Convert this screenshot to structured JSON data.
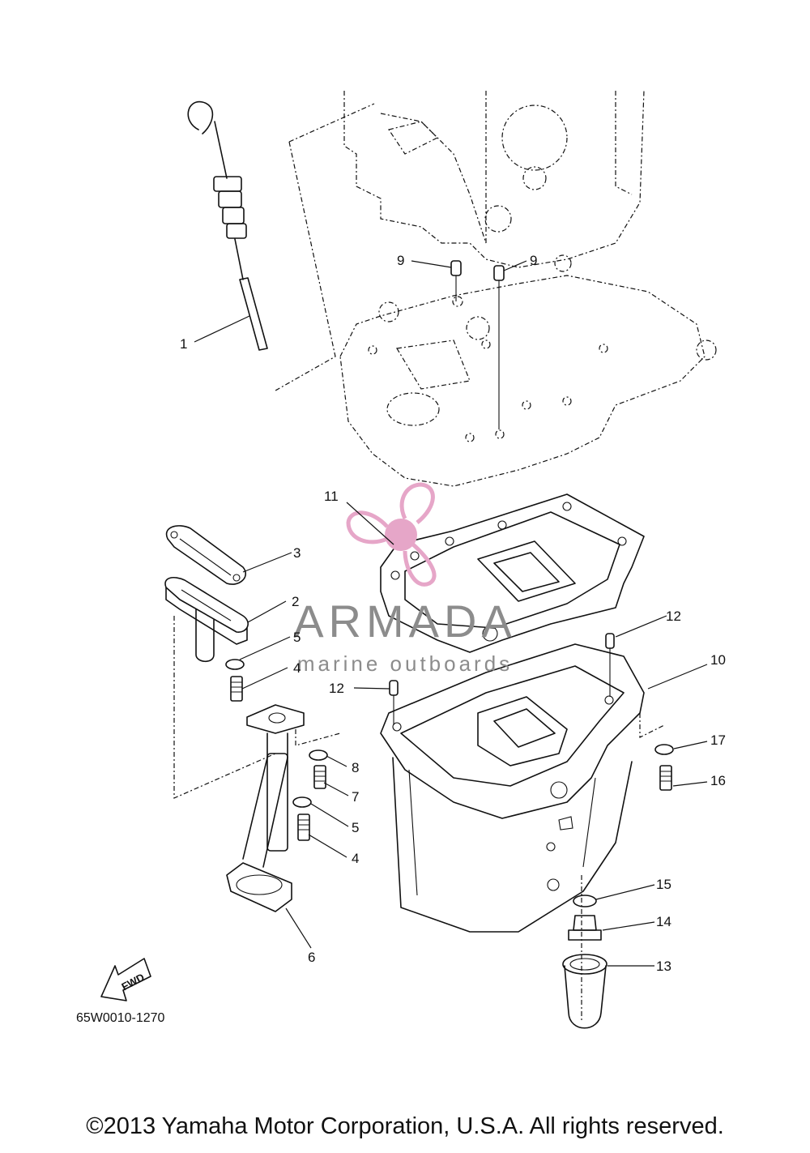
{
  "figure_code": "65W0010-1270",
  "copyright": "©2013 Yamaha Motor Corporation, U.S.A. All rights reserved.",
  "watermark": {
    "brand": "ARMADA",
    "tagline": "marine outboards",
    "logo_color": "#e6a6c8",
    "text_color": "#8c8c8c"
  },
  "fwd_arrow": {
    "label": "FWD"
  },
  "callouts": [
    {
      "id": "c1",
      "num": "1"
    },
    {
      "id": "c2",
      "num": "2"
    },
    {
      "id": "c3",
      "num": "3"
    },
    {
      "id": "c4a",
      "num": "4"
    },
    {
      "id": "c4b",
      "num": "4"
    },
    {
      "id": "c5a",
      "num": "5"
    },
    {
      "id": "c5b",
      "num": "5"
    },
    {
      "id": "c6",
      "num": "6"
    },
    {
      "id": "c7",
      "num": "7"
    },
    {
      "id": "c8",
      "num": "8"
    },
    {
      "id": "c9a",
      "num": "9"
    },
    {
      "id": "c9b",
      "num": "9"
    },
    {
      "id": "c10",
      "num": "10"
    },
    {
      "id": "c11",
      "num": "11"
    },
    {
      "id": "c12a",
      "num": "12"
    },
    {
      "id": "c12b",
      "num": "12"
    },
    {
      "id": "c13",
      "num": "13"
    },
    {
      "id": "c14",
      "num": "14"
    },
    {
      "id": "c15",
      "num": "15"
    },
    {
      "id": "c16",
      "num": "16"
    },
    {
      "id": "c17",
      "num": "17"
    }
  ]
}
